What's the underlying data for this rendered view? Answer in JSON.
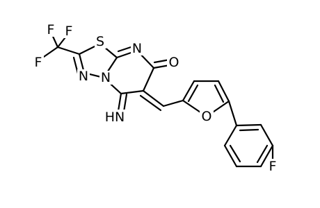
{
  "molecule": {
    "atoms": {
      "F1": "F",
      "F2": "F",
      "F3": "F",
      "S": "S",
      "N_imine_ring": "N",
      "O_carbonyl": "O",
      "N_thiadiazole_a": "N",
      "N_thiadiazole_b": "N",
      "NH_imine": "HN",
      "O_furan": "O",
      "F_aryl": "F"
    }
  }
}
